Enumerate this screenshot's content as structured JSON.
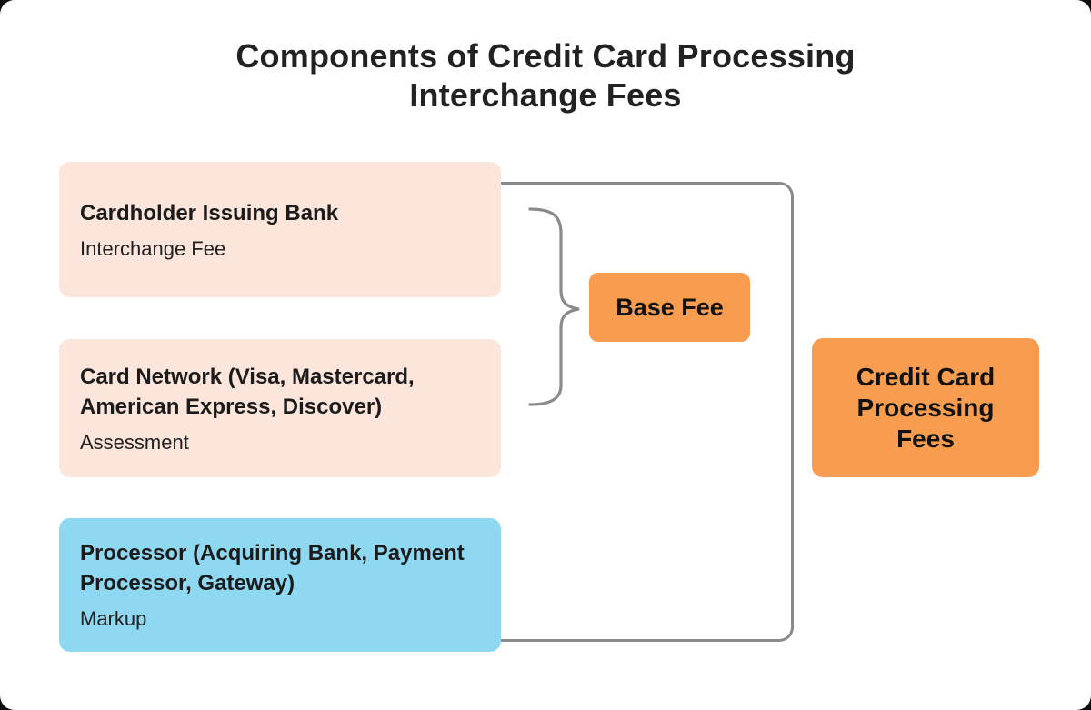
{
  "page": {
    "outer_background": "#0d0d0d",
    "card_background": "#ffffff"
  },
  "title": {
    "line1": "Components of Credit Card Processing",
    "line2": "Interchange Fees"
  },
  "diagram": {
    "source_boxes": [
      {
        "id": "issuing-bank",
        "title": "Cardholder Issuing Bank",
        "subtitle": "Interchange Fee",
        "color": "#fce5da"
      },
      {
        "id": "card-network",
        "title": "Card Network (Visa, Mastercard, American Express, Discover)",
        "subtitle": "Assessment",
        "color": "#fce5da"
      },
      {
        "id": "processor",
        "title": "Processor (Acquiring Bank, Payment Processor, Gateway)",
        "subtitle": "Markup",
        "color": "#8ed8f1"
      }
    ],
    "base_fee": {
      "label": "Base Fee",
      "color": "#f89c50"
    },
    "result": {
      "label": "Credit Card Processing Fees",
      "color": "#f89c50"
    },
    "connector_color": "#8a8a8a"
  }
}
